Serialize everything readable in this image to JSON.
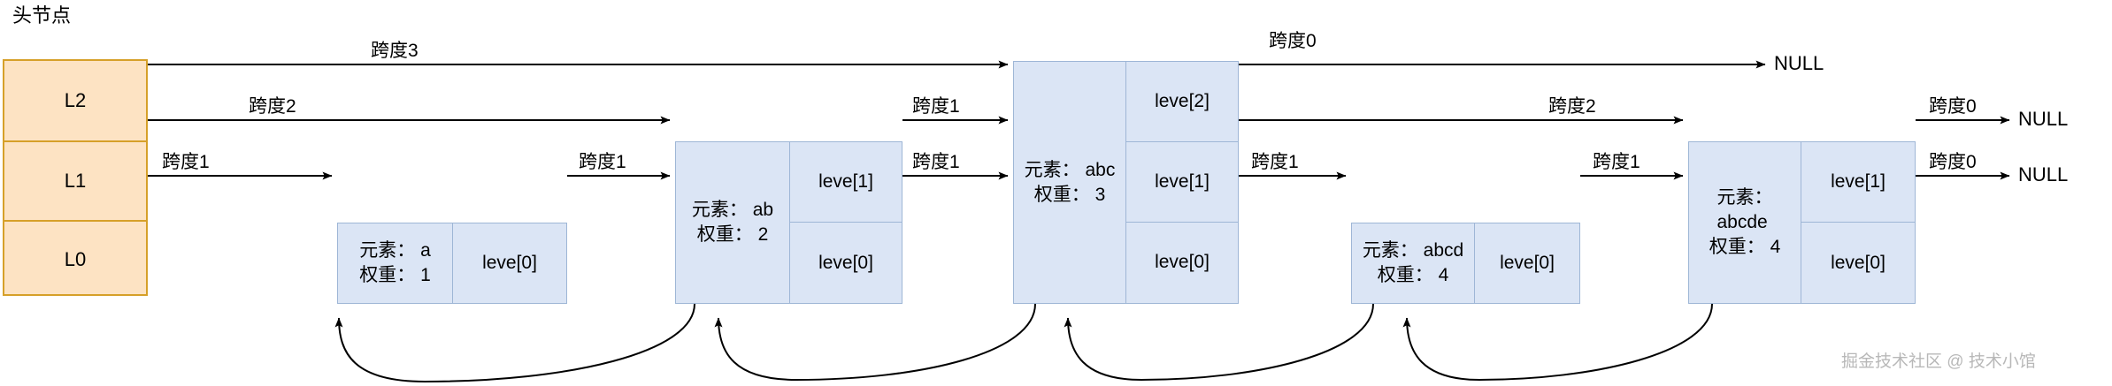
{
  "diagram": {
    "caption": "头节点",
    "watermark": "掘金技术社区 @ 技术小馆",
    "colors": {
      "head_fill": "#fde3c3",
      "head_stroke": "#d6a029",
      "node_fill": "#dbe5f5",
      "node_stroke": "#9eb6d6",
      "arrow": "#000000",
      "background": "#ffffff",
      "watermark": "#b8b8b8"
    },
    "head_node": {
      "levels": [
        {
          "label": "L2"
        },
        {
          "label": "L1"
        },
        {
          "label": "L0"
        }
      ]
    },
    "nodes": [
      {
        "id": "a",
        "element_label": "元素： a",
        "weight_label": "权重： 1",
        "levels": [
          "leve[0]"
        ]
      },
      {
        "id": "ab",
        "element_label": "元素： ab",
        "weight_label": "权重： 2",
        "levels": [
          "leve[1]",
          "leve[0]"
        ]
      },
      {
        "id": "abc",
        "element_label": "元素： abc",
        "weight_label": "权重： 3",
        "levels": [
          "leve[2]",
          "leve[1]",
          "leve[0]"
        ]
      },
      {
        "id": "abcd",
        "element_label": "元素： abcd",
        "weight_label": "权重： 4",
        "levels": [
          "leve[0]"
        ]
      },
      {
        "id": "abcde",
        "element_label": "元素：\nabcde",
        "weight_label": "权重： 4",
        "levels": [
          "leve[1]",
          "leve[0]"
        ]
      }
    ],
    "span_labels": {
      "head_l2_to_abc": "跨度3",
      "head_l1_to_ab": "跨度2",
      "head_l0_to_a": "跨度1",
      "a_l0_to_ab": "跨度1",
      "ab_l1_to_abc": "跨度1",
      "ab_l0_to_abc": "跨度1",
      "abc_l2_to_null": "跨度0",
      "abc_l1_to_abcde": "跨度2",
      "abc_l0_to_abcd": "跨度1",
      "abcd_l0_to_abcde": "跨度1",
      "abcde_l1_to_null": "跨度0",
      "abcde_l0_to_null": "跨度0"
    },
    "null_labels": {
      "abc_l2": "NULL",
      "abcde_l1": "NULL",
      "abcde_l0": "NULL"
    }
  }
}
